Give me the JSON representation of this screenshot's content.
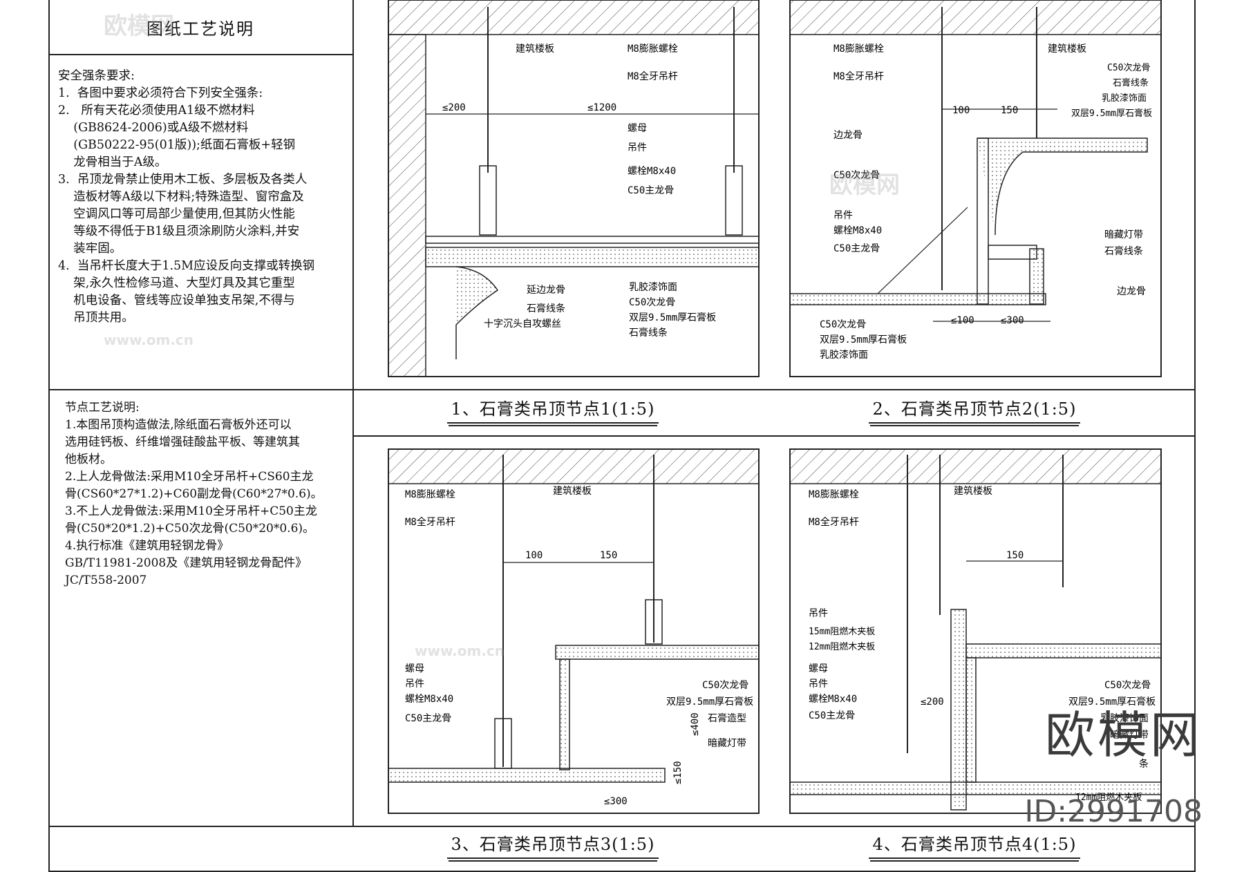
{
  "notes_title": "图纸工艺说明",
  "safety_notes": "安全强条要求:\n1.  各图中要求必须符合下列安全强条:\n2.   所有天花必须使用A1级不燃材料\n    (GB8624-2006)或A级不燃材料\n    (GB50222-95(01版));纸面石膏板+轻钢\n    龙骨相当于A级。\n3.  吊顶龙骨禁止使用木工板、多层板及各类人\n    造板材等A级以下材料;特殊造型、窗帘盒及\n    空调风口等可局部少量使用,但其防火性能\n    等级不得低于B1级且须涂刷防火涂料,并安\n    装牢固。\n4.  当吊杆长度大于1.5M应设反向支撑或转换钢\n    架,永久性检修马道、大型灯具及其它重型\n    机电设备、管线等应设单独支吊架,不得与\n    吊顶共用。",
  "node_notes": "节点工艺说明:\n1.本图吊顶构造做法,除纸面石膏板外还可以\n选用硅钙板、纤维增强硅酸盐平板、等建筑其\n他板材。\n2.上人龙骨做法:采用M10全牙吊杆+CS60主龙\n骨(CS60*27*1.2)+C60副龙骨(C60*27*0.6)。\n3.不上人龙骨做法:采用M10全牙吊杆+C50主龙\n骨(C50*20*1.2)+C50次龙骨(C50*20*0.6)。\n4.执行标准《建筑用轻钢龙骨》\nGB/T11981-2008及《建筑用轻钢龙骨配件》\nJC/T558-2007",
  "captions": [
    "1、石膏类吊顶节点1(1:5)",
    "2、石膏类吊顶节点2(1:5)",
    "3、石膏类吊顶节点3(1:5)",
    "4、石膏类吊顶节点4(1:5)"
  ],
  "detail1": {
    "labels": [
      "建筑楼板",
      "M8膨胀螺栓",
      "M8全牙吊杆",
      "螺母",
      "吊件",
      "螺栓M8x40",
      "C50主龙骨",
      "延边龙骨",
      "石膏线条",
      "十字沉头自攻螺丝",
      "乳胶漆饰面",
      "C50次龙骨",
      "双层9.5mm厚石膏板",
      "石膏线条"
    ],
    "dims": [
      "≤200",
      "≤1200"
    ]
  },
  "detail2": {
    "labels": [
      "M8膨胀螺栓",
      "建筑楼板",
      "M8全牙吊杆",
      "C50次龙骨",
      "石膏线条",
      "乳胶漆饰面",
      "双层9.5mm厚石膏板",
      "边龙骨",
      "C50次龙骨",
      "吊件",
      "螺栓M8x40",
      "C50主龙骨",
      "暗藏灯带",
      "石膏线条",
      "边龙骨",
      "C50次龙骨",
      "双层9.5mm厚石膏板",
      "乳胶漆饰面"
    ],
    "dims": [
      "100",
      "150",
      "≤100",
      "≤300"
    ]
  },
  "detail3": {
    "labels": [
      "M8膨胀螺栓",
      "建筑楼板",
      "M8全牙吊杆",
      "螺母",
      "吊件",
      "螺栓M8x40",
      "C50主龙骨",
      "C50次龙骨",
      "双层9.5mm厚石膏板",
      "石膏造型",
      "暗藏灯带"
    ],
    "dims": [
      "100",
      "150",
      "≤400",
      "≤150",
      "≤300"
    ]
  },
  "detail4": {
    "labels": [
      "M8膨胀螺栓",
      "建筑楼板",
      "M8全牙吊杆",
      "吊件",
      "15mm阻燃木夹板",
      "12mm阻燃木夹板",
      "螺母",
      "吊件",
      "螺栓M8x40",
      "C50主龙骨",
      "C50次龙骨",
      "双层9.5mm厚石膏板",
      "乳胶漆饰面",
      "暗藏灯带",
      "条",
      "12mm阻燃木夹板"
    ],
    "dims": [
      "150",
      "≤200"
    ]
  },
  "watermark": {
    "brand": "欧模网",
    "url": "www.om.cn",
    "id": "ID:2991708"
  }
}
